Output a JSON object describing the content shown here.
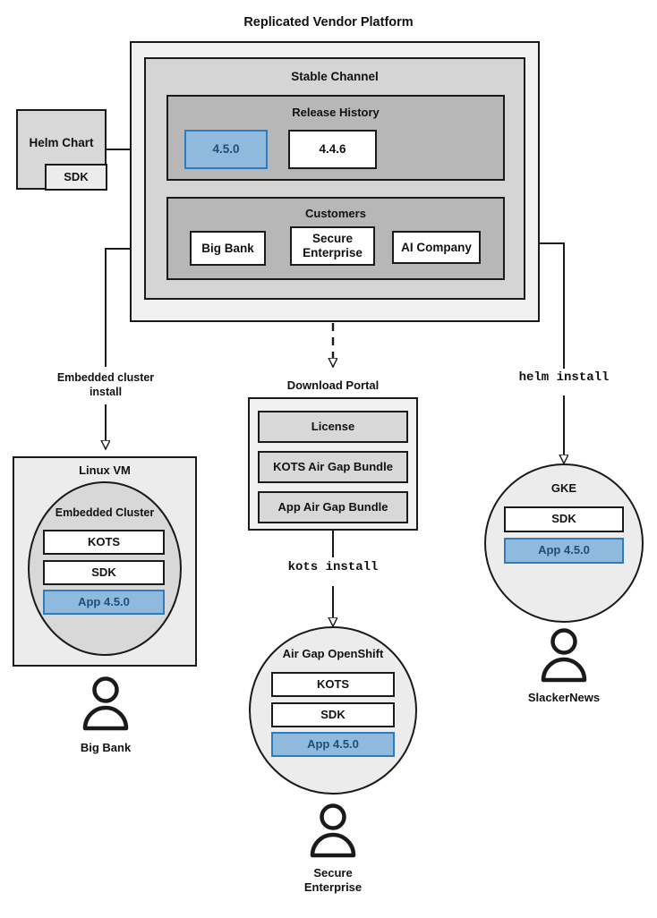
{
  "diagram": {
    "title": "Replicated Vendor Platform",
    "type": "architecture-flow"
  },
  "colors": {
    "accent_blue_fill": "#8fb9dd",
    "accent_blue_border": "#2f7bbf",
    "accent_blue_text": "#1f4e79",
    "stroke": "#1a1a1a",
    "platform_bg": "#f0f0f0",
    "channel_bg": "#d5d5d5",
    "section_bg": "#b7b7b7",
    "node_bg": "#ececec",
    "cluster_bg": "#d8d8d8"
  },
  "source": {
    "helm_chart": {
      "label": "Helm Chart",
      "sdk_label": "SDK"
    }
  },
  "platform": {
    "title": "Replicated Vendor Platform",
    "channel": {
      "title": "Stable Channel",
      "release_history": {
        "title": "Release History",
        "releases": [
          {
            "version": "4.5.0",
            "highlighted": true
          },
          {
            "version": "4.4.6",
            "highlighted": false
          }
        ]
      },
      "customers": {
        "title": "Customers",
        "items": [
          {
            "name": "Big Bank"
          },
          {
            "name": "Secure Enterprise"
          },
          {
            "name": "AI Company"
          }
        ]
      }
    }
  },
  "edges": [
    {
      "id": "helm-to-release",
      "label": "",
      "style": "solid"
    },
    {
      "id": "bigbank-to-linuxvm",
      "label": "Embedded cluster install",
      "style": "solid"
    },
    {
      "id": "secure-to-portal",
      "label": "",
      "style": "dashed"
    },
    {
      "id": "portal-to-openshift",
      "label": "kots install",
      "style": "solid",
      "mono": true
    },
    {
      "id": "aicompany-to-gke",
      "label": "helm install",
      "style": "solid",
      "mono": true
    }
  ],
  "labels": {
    "embedded_cluster_install": "Embedded cluster\ninstall",
    "embedded_cluster_install_line1": "Embedded cluster",
    "embedded_cluster_install_line2": "install",
    "kots_install": "kots install",
    "helm_install": "helm install"
  },
  "targets": [
    {
      "id": "linux-vm",
      "title": "Linux VM",
      "shape": "rect",
      "inner": {
        "title": "Embedded Cluster",
        "shape": "circle",
        "components": [
          {
            "label": "KOTS",
            "highlighted": false
          },
          {
            "label": "SDK",
            "highlighted": false
          },
          {
            "label": "App 4.5.0",
            "highlighted": true
          }
        ]
      },
      "actor": "Big Bank"
    },
    {
      "id": "air-gap-openshift",
      "title": "Air Gap OpenShift",
      "shape": "circle",
      "components": [
        {
          "label": "KOTS",
          "highlighted": false
        },
        {
          "label": "SDK",
          "highlighted": false
        },
        {
          "label": "App 4.5.0",
          "highlighted": true
        }
      ],
      "actor_line1": "Secure",
      "actor_line2": "Enterprise"
    },
    {
      "id": "gke",
      "title": "GKE",
      "shape": "circle",
      "components": [
        {
          "label": "SDK",
          "highlighted": false
        },
        {
          "label": "App 4.5.0",
          "highlighted": true
        }
      ],
      "actor": "SlackerNews"
    }
  ],
  "download_portal": {
    "title": "Download Portal",
    "items": [
      {
        "label": "License"
      },
      {
        "label": "KOTS Air Gap Bundle"
      },
      {
        "label": "App Air Gap Bundle"
      }
    ]
  },
  "icons": {
    "person": "person-icon",
    "arrow": "arrow-head-icon"
  }
}
